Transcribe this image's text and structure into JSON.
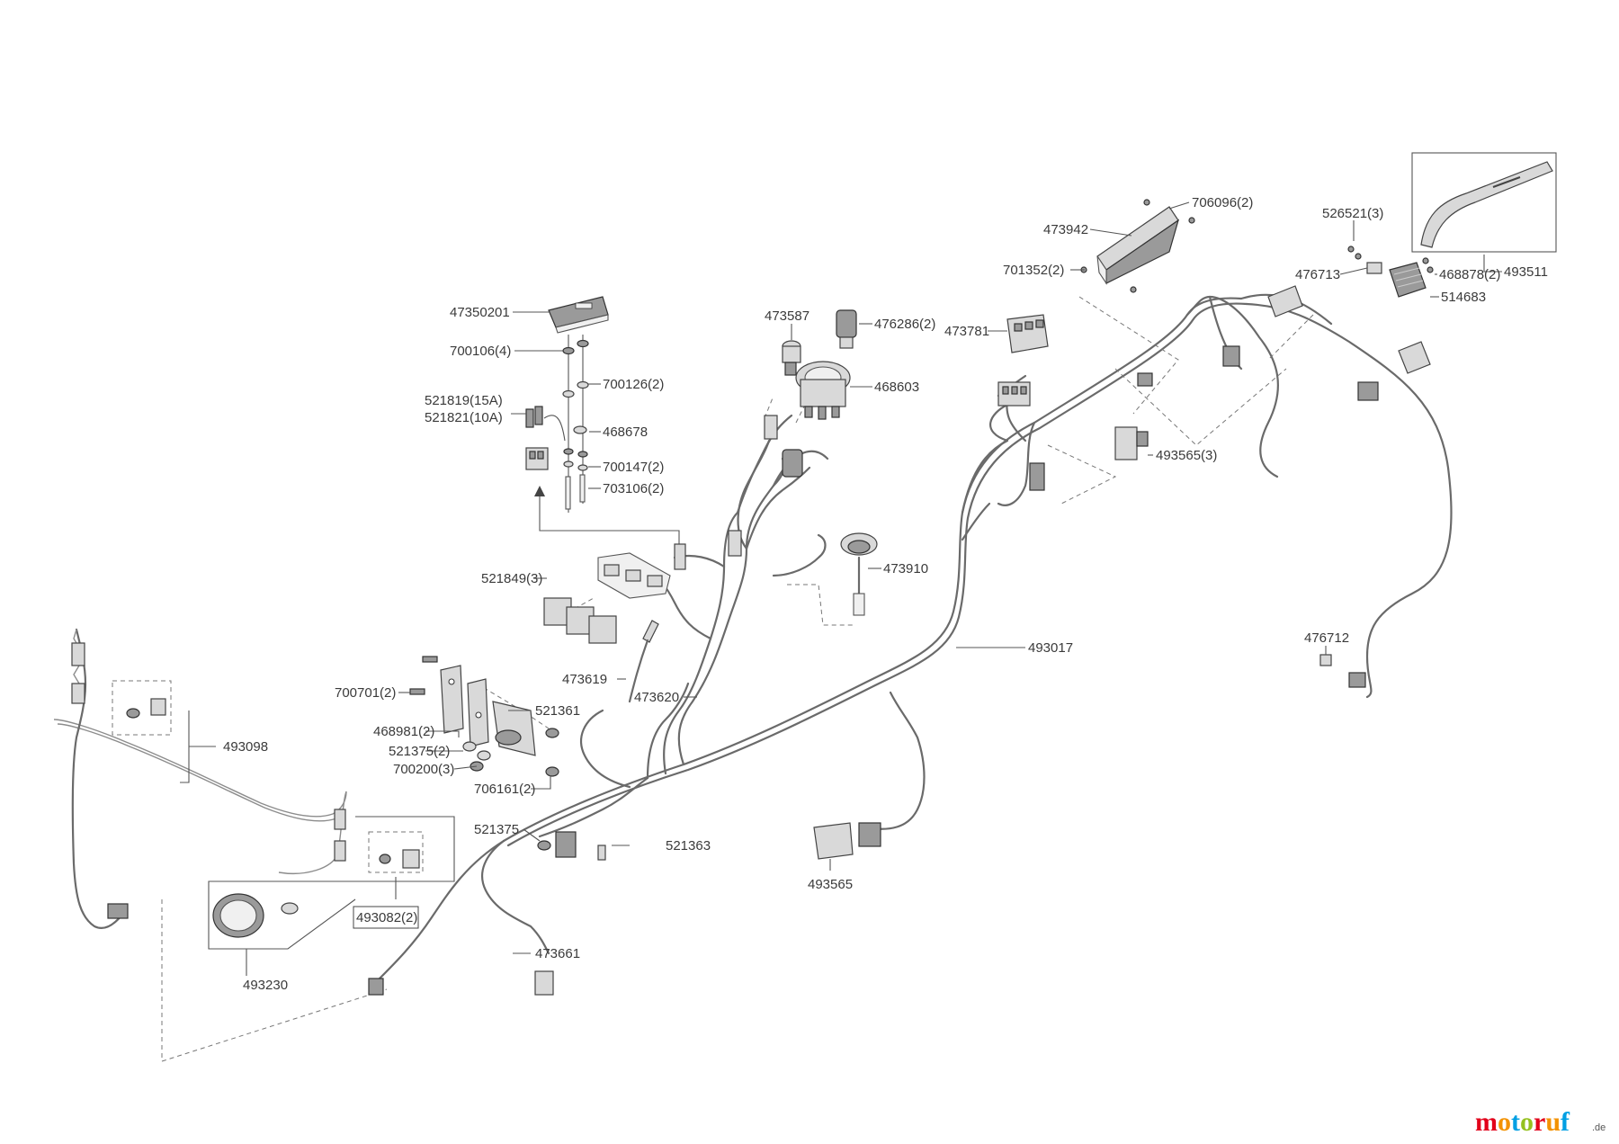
{
  "labels": {
    "p47350201": "47350201",
    "p700106": "700106(4)",
    "p700126": "700126(2)",
    "p521819": "521819(15A)",
    "p521821": "521821(10A)",
    "p468678": "468678",
    "p700147": "700147(2)",
    "p703106": "703106(2)",
    "p473587": "473587",
    "p476286": "476286(2)",
    "p468603": "468603",
    "p473781": "473781",
    "p473942": "473942",
    "p706096": "706096(2)",
    "p701352": "701352(2)",
    "p526521": "526521(3)",
    "p476713": "476713",
    "p468878": "468878(2)",
    "p493511": "493511",
    "p514683": "514683",
    "p493565a": "493565(3)",
    "p473910": "473910",
    "p521849": "521849(3)",
    "p473619": "473619",
    "p473620": "473620",
    "p493017": "493017",
    "p476712": "476712",
    "p700701": "700701(2)",
    "p521361": "521361",
    "p468981": "468981(2)",
    "p521375a": "521375(2)",
    "p700200": "700200(3)",
    "p706161": "706161(2)",
    "p493098": "493098",
    "p521375b": "521375",
    "p521363": "521363",
    "p493565b": "493565",
    "p493082": "493082(2)",
    "p473661": "473661",
    "p493230": "493230"
  },
  "logo": {
    "m": "m",
    "o1": "o",
    "t": "t",
    "o2": "o",
    "r": "r",
    "u": "u",
    "f": "f",
    "suffix": ".de",
    "colors": [
      "#e2001a",
      "#f39200",
      "#009fe3",
      "#95c11f",
      "#e2001a",
      "#f39200",
      "#009fe3"
    ]
  }
}
